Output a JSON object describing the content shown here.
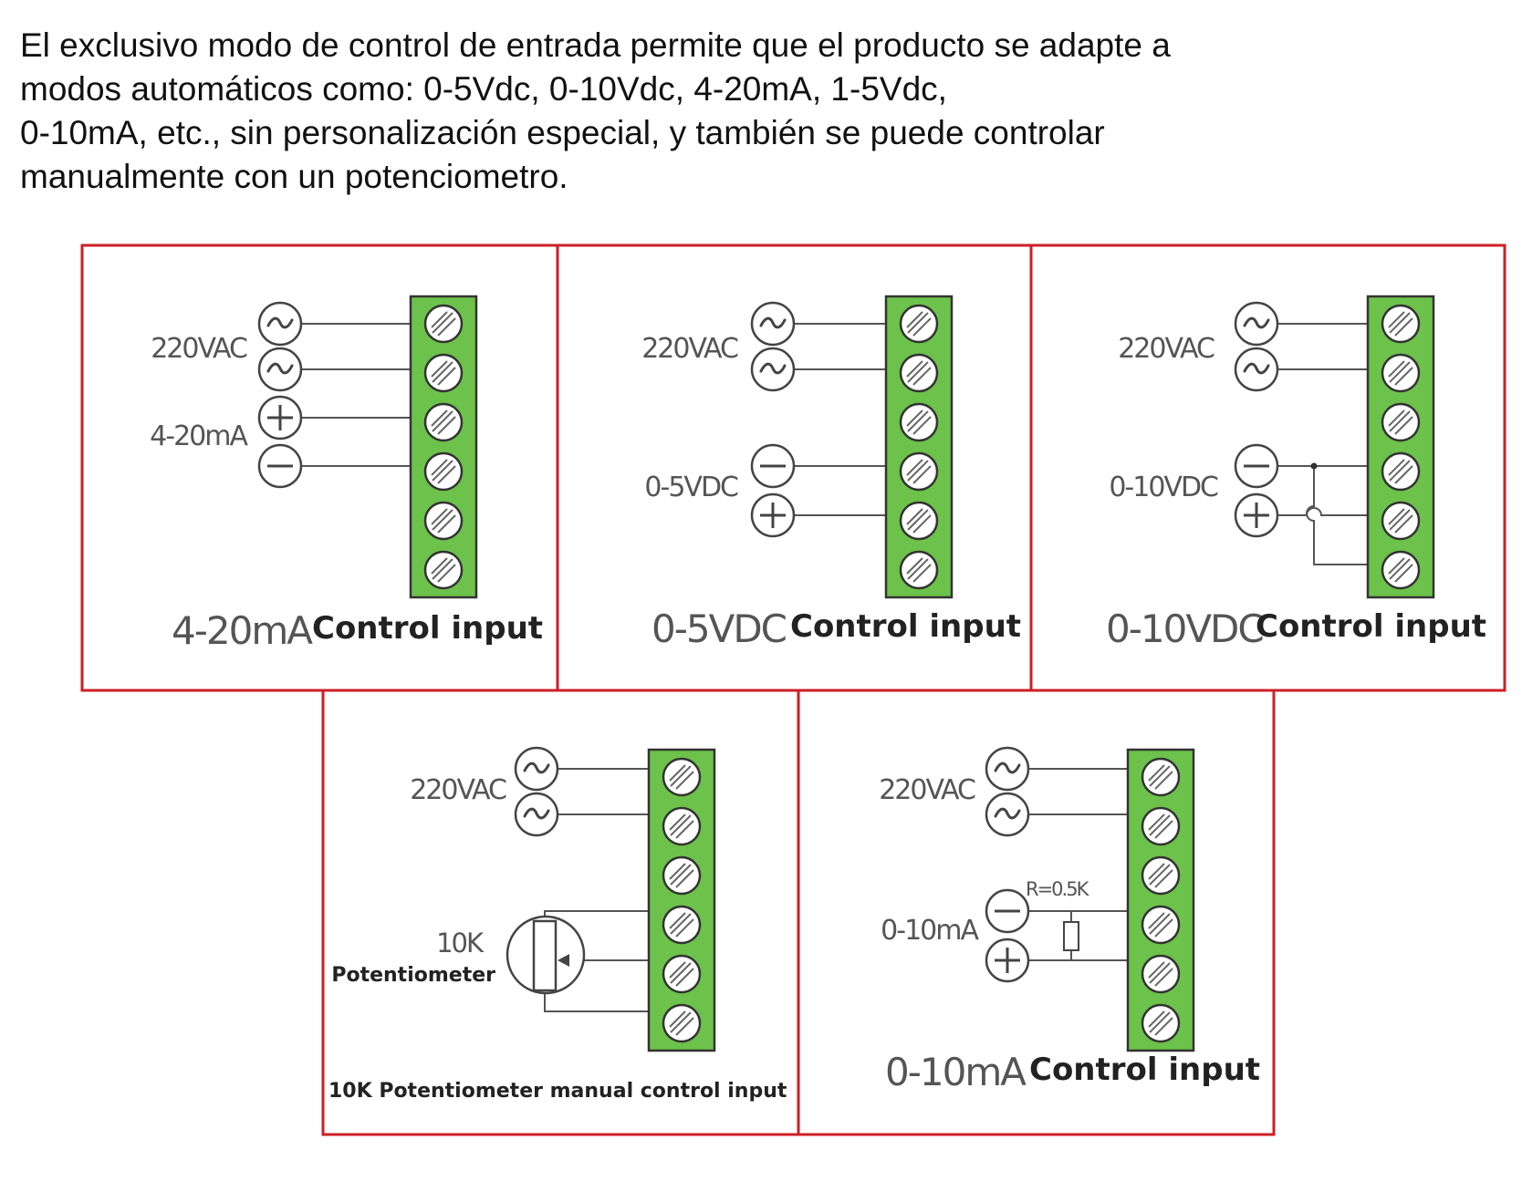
{
  "intro": {
    "lines": [
      "El exclusivo modo de control de entrada permite que el producto se adapte a",
      "modos automáticos como: 0-5Vdc, 0-10Vdc, 4-20mA, 1-5Vdc,",
      "0-10mA, etc., sin personalización especial, y también se puede controlar",
      "manualmente con un potenciometro."
    ]
  },
  "colors": {
    "frame": "#cc1f26",
    "terminal": "#6cc24a",
    "wire": "#555555"
  },
  "panels": [
    {
      "supply": "220VAC",
      "signal": "4-20mA",
      "caption_signal": "4-20mA",
      "caption_text": "Control input"
    },
    {
      "supply": "220VAC",
      "signal": "0-5VDC",
      "caption_signal": "0-5VDC",
      "caption_text": "Control input"
    },
    {
      "supply": "220VAC",
      "signal": "0-10VDC",
      "caption_signal": "0-10VDC",
      "caption_text": "Control input"
    },
    {
      "supply": "220VAC",
      "pot_value": "10K",
      "pot_label": "Potentiometer",
      "caption_text": "10K Potentiometer manual control input"
    },
    {
      "supply": "220VAC",
      "signal": "0-10mA",
      "resistor": "R=0.5K",
      "caption_signal": "0-10mA",
      "caption_text": "Control input"
    }
  ],
  "symbols": {
    "ac": "~",
    "plus": "+",
    "minus": "−"
  }
}
